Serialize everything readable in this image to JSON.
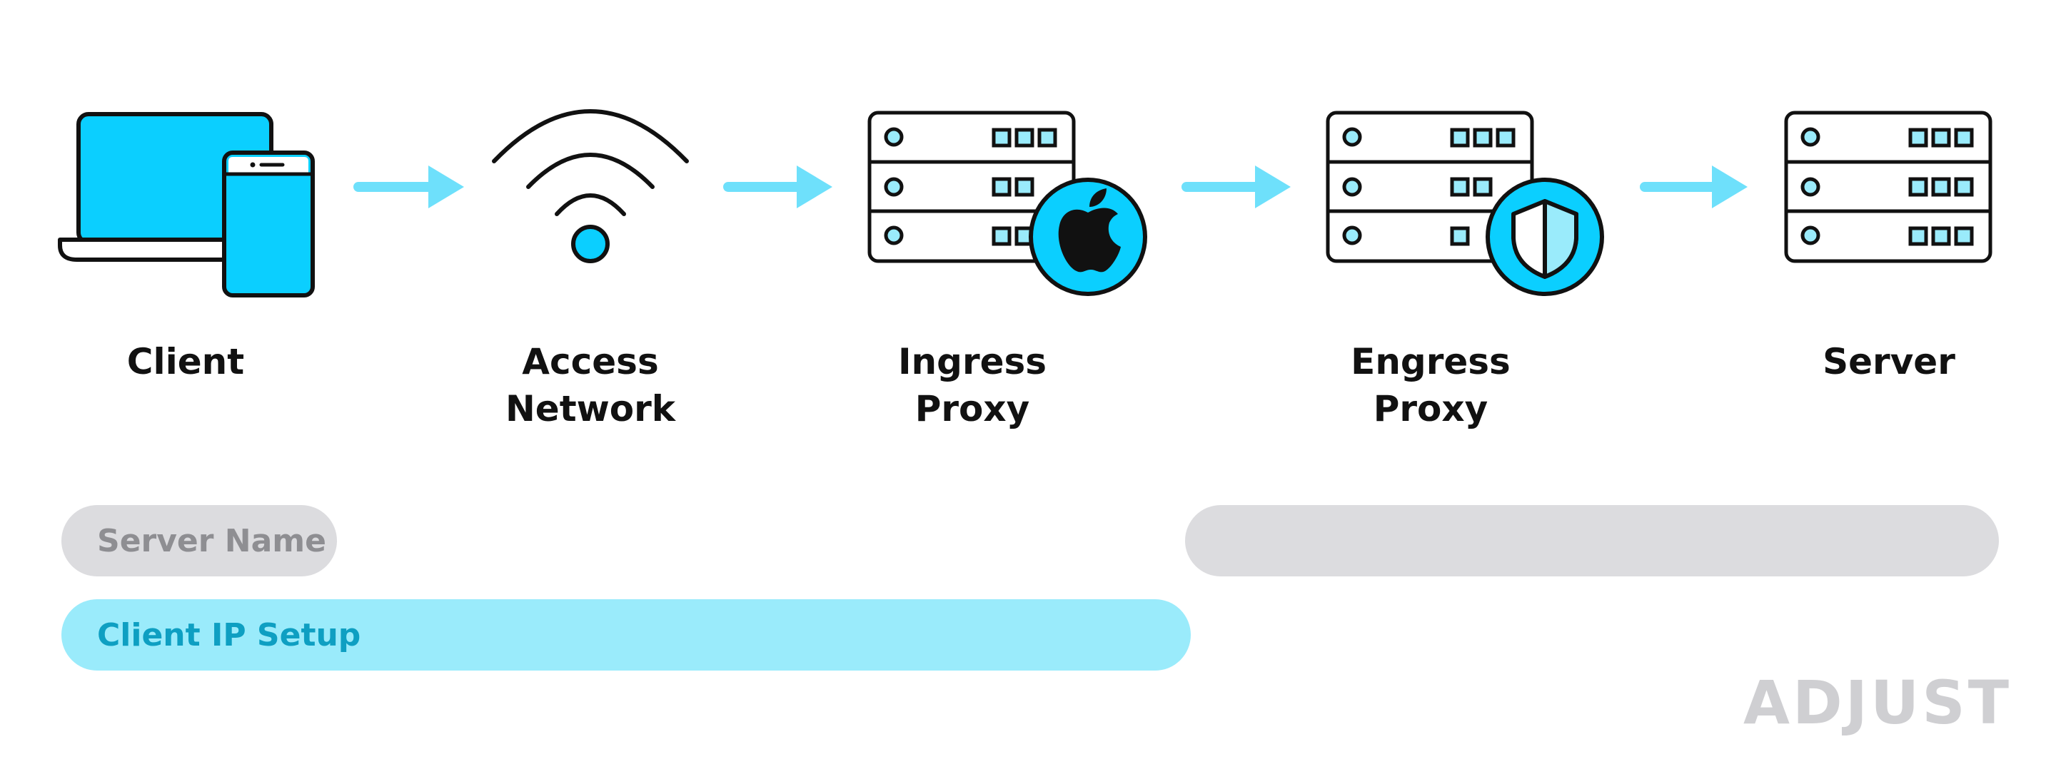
{
  "nodes": [
    {
      "id": "client",
      "label": "Client",
      "icon": "laptop-phone-icon"
    },
    {
      "id": "access-network",
      "label": "Access\nNetwork",
      "icon": "wifi-icon"
    },
    {
      "id": "ingress-proxy",
      "label": "Ingress\nProxy",
      "icon": "server-apple-icon"
    },
    {
      "id": "engress-proxy",
      "label": "Engress\nProxy",
      "icon": "server-shield-icon"
    },
    {
      "id": "server",
      "label": "Server",
      "icon": "server-icon"
    }
  ],
  "bars": {
    "server_name": "Server Name",
    "client_ip_setup": "Client IP Setup"
  },
  "brand": "ADJUST",
  "colors": {
    "accent": "#0bcfff",
    "arrow": "#6ee0fb",
    "outline": "#111111",
    "bar_gray": "#dcdcdf",
    "bar_blue": "#9aebfb",
    "bar_blue_text": "#0e9fc2",
    "bar_gray_text": "#8e8e92",
    "logo": "#cfcfd2"
  }
}
